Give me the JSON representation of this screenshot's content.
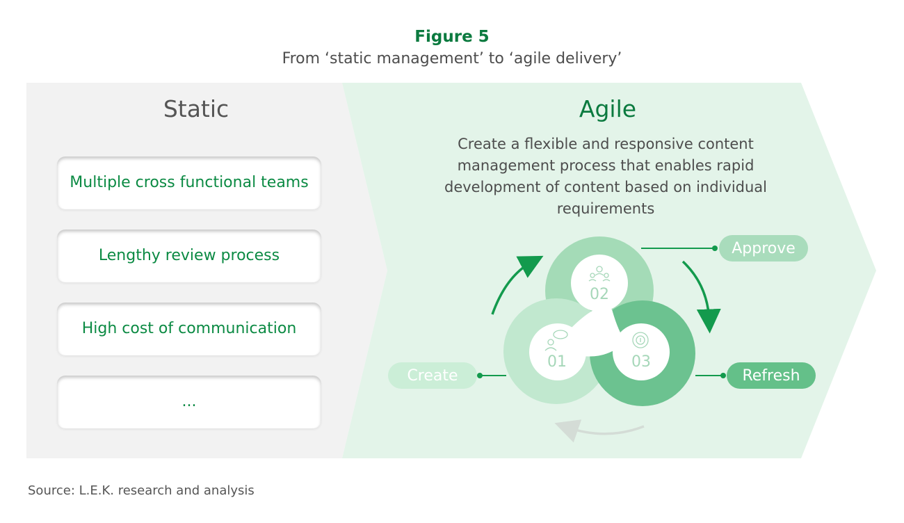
{
  "figure": {
    "title": "Figure 5",
    "subtitle": "From ‘static management’ to ‘agile delivery’"
  },
  "static": {
    "heading": "Static",
    "items": [
      "Multiple cross functional teams",
      "Lengthy review process",
      "High cost of communication",
      "..."
    ]
  },
  "agile": {
    "heading": "Agile",
    "description": "Create a flexible and responsive content management process that enables rapid development of content based on individual requirements",
    "steps": [
      {
        "number": "01",
        "label": "Create",
        "icon": "speech-bubble-person-icon"
      },
      {
        "number": "02",
        "label": "Approve",
        "icon": "team-approval-icon"
      },
      {
        "number": "03",
        "label": "Refresh",
        "icon": "refresh-coin-icon"
      }
    ]
  },
  "colors": {
    "brand_green": "#0b7a3f",
    "static_bg": "#f2f2f2",
    "agile_bg": "#e3f4e9",
    "circle_light": "#c1e8cf",
    "circle_mid": "#a4dbb7",
    "circle_dark": "#6cc290"
  },
  "source": "Source: L.E.K. research and analysis"
}
